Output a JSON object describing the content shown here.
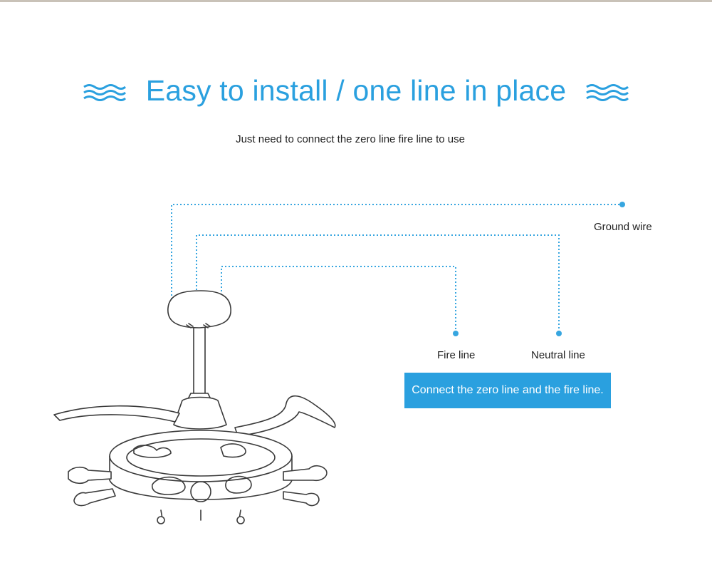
{
  "title": "Easy to install / one line in place",
  "subtitle": "Just need to connect the zero line fire line to use",
  "labels": {
    "ground": "Ground wire",
    "fire": "Fire line",
    "neutral": "Neutral line"
  },
  "banner": "Connect the zero line and the fire line.",
  "colors": {
    "accent": "#2aa0df",
    "wire_dots": "#37a6e0",
    "drawing": "#3a3a3a"
  }
}
